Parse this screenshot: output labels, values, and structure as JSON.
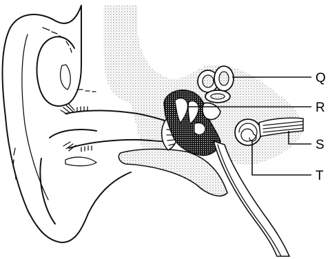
{
  "labels": {
    "q": "Q",
    "r": "R",
    "s": "S",
    "t": "T"
  },
  "colors": {
    "ink": "#111111",
    "stipple": "#c9c9c9",
    "dark_mass": "#111111",
    "background": "#ffffff"
  }
}
